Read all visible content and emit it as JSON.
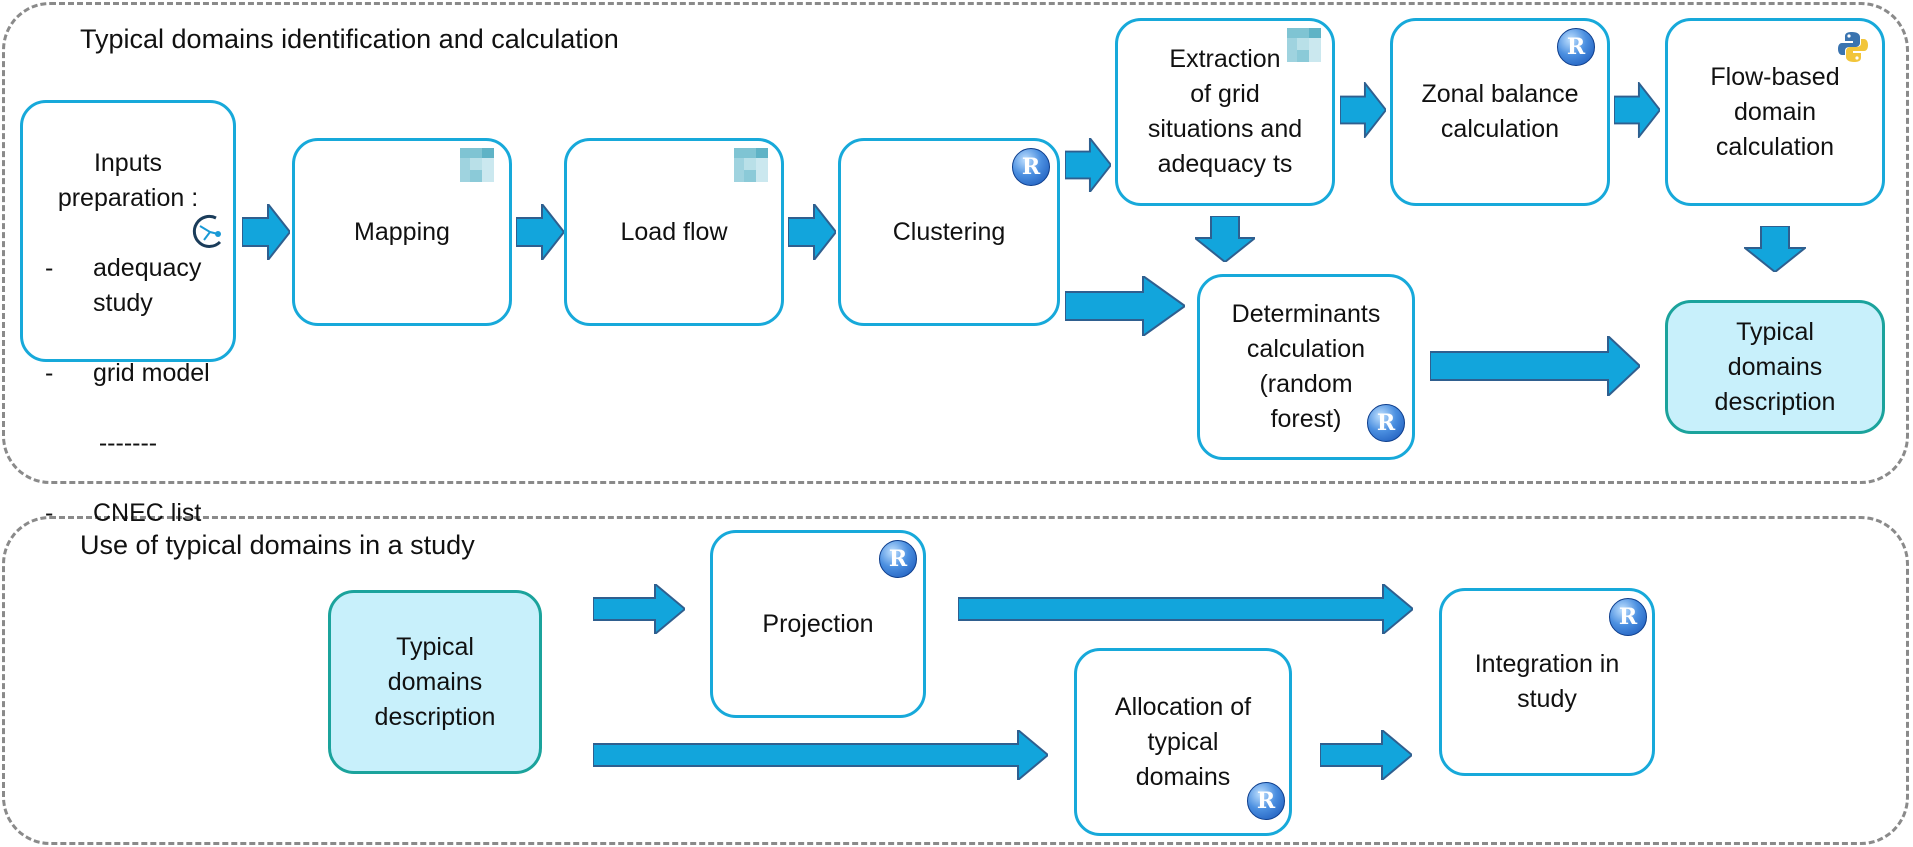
{
  "groups": {
    "top": {
      "title": "Typical domains identification and calculation"
    },
    "bottom": {
      "title": "Use of typical domains in a study"
    }
  },
  "nodes": {
    "inputs": {
      "head": "Inputs\npreparation :",
      "items": [
        "adequacy\nstudy",
        "grid model"
      ],
      "separator": "-------",
      "last_item": "CNEC list",
      "dash": "-"
    },
    "mapping": "Mapping",
    "loadflow": "Load flow",
    "clustering": "Clustering",
    "extraction": "Extraction\nof grid\nsituations and\nadequacy ts",
    "zonal": "Zonal balance\ncalculation",
    "flowbased": "Flow-based\ndomain\ncalculation",
    "determinants": "Determinants\ncalculation\n(random\nforest)",
    "typical_top": "Typical\ndomains\ndescription",
    "typical_bottom": "Typical\ndomains\ndescription",
    "projection": "Projection",
    "allocation": "Allocation of\ntypical\ndomains",
    "integration": "Integration in\nstudy"
  },
  "icons": {
    "r": "R",
    "names": [
      "r-logo-icon",
      "tool-pixel-icon",
      "python-logo-icon",
      "antares-logo-icon",
      "arrow-icon"
    ]
  },
  "colors": {
    "node_border": "#17a9da",
    "teal_border": "#1ba39c",
    "teal_fill": "#c8f0fb",
    "arrow_fill": "#12a5dc",
    "arrow_stroke": "#2f5f8f",
    "group_border": "#8a8a8a"
  }
}
